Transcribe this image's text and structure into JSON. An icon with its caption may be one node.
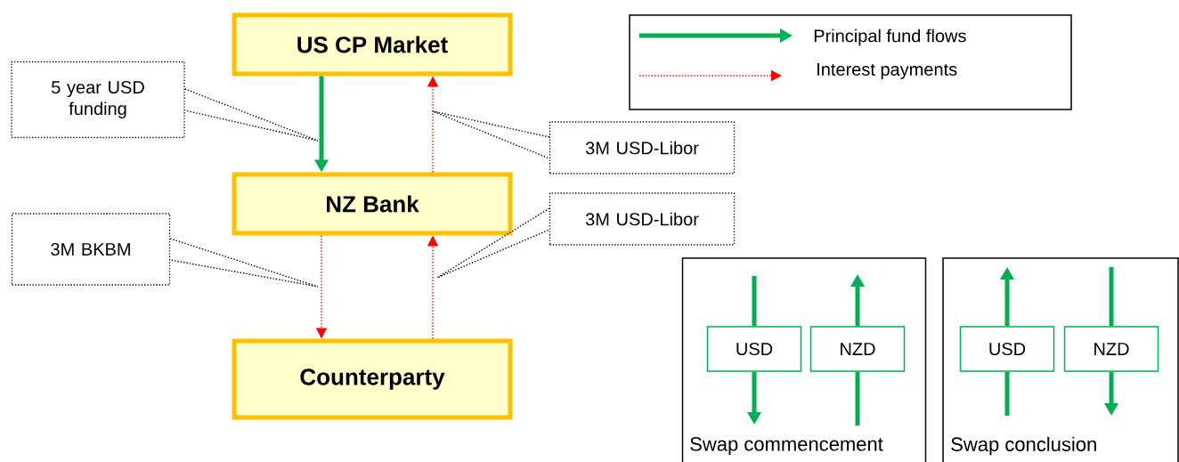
{
  "diagram": {
    "nodes": [
      {
        "text": [
          "US CP Market"
        ]
      },
      {
        "text": [
          "NZ Bank"
        ]
      },
      {
        "text": [
          "Counterparty"
        ]
      },
      {
        "text": [
          "5 year USD funding"
        ]
      },
      {
        "text": [
          "3M USD-Libor"
        ]
      },
      {
        "text": [
          "3M BKBM"
        ]
      },
      {
        "text": [
          "3M USD-Libor"
        ]
      },
      {
        "text": [
          "Swap commencement"
        ]
      },
      {
        "text": [
          "USD"
        ],
        "in": 7
      },
      {
        "text": [
          "NZD"
        ],
        "in": 7
      },
      {
        "text": [
          "Swap conclusion"
        ]
      },
      {
        "text": [
          "USD"
        ],
        "in": 10
      },
      {
        "text": [
          "NZD"
        ],
        "in": 10
      }
    ],
    "edges": [
      {
        "from": 0,
        "to": 1,
        "arrow": "to"
      },
      {
        "from": 1,
        "to": 0,
        "arrow": "to",
        "style": "dashed",
        "color": "#ff0000"
      },
      {
        "from": 1,
        "to": 2,
        "arrow": "to",
        "style": "dashed",
        "color": "#ff0000"
      },
      {
        "from": 2,
        "to": 1,
        "arrow": "to",
        "style": "dashed",
        "color": "#ff0000"
      },
      {
        "from": 3,
        "to": null,
        "arrow": "none",
        "style": "dashed",
        "color": "#000000"
      },
      {
        "from": 4,
        "to": null,
        "arrow": "none",
        "style": "dashed",
        "color": "#000000"
      },
      {
        "from": 5,
        "to": null,
        "arrow": "none",
        "style": "dashed",
        "color": "#000000"
      },
      {
        "from": 6,
        "to": null,
        "arrow": "none",
        "style": "dashed",
        "color": "#000000"
      },
      {
        "from": null,
        "to": 8,
        "arrow": "none"
      },
      {
        "from": 8,
        "to": null,
        "arrow": "to"
      },
      {
        "from": null,
        "to": 9,
        "arrow": "none"
      },
      {
        "from": 9,
        "to": null,
        "arrow": "to"
      },
      {
        "from": null,
        "to": 11,
        "arrow": "none"
      },
      {
        "from": 11,
        "to": null,
        "arrow": "to"
      },
      {
        "from": null,
        "to": 12,
        "arrow": "none"
      },
      {
        "from": 12,
        "to": null,
        "arrow": "to"
      }
    ],
    "legend": [
      {
        "text": "Principal fund flows"
      },
      {
        "text": "Interest payments"
      }
    ]
  }
}
